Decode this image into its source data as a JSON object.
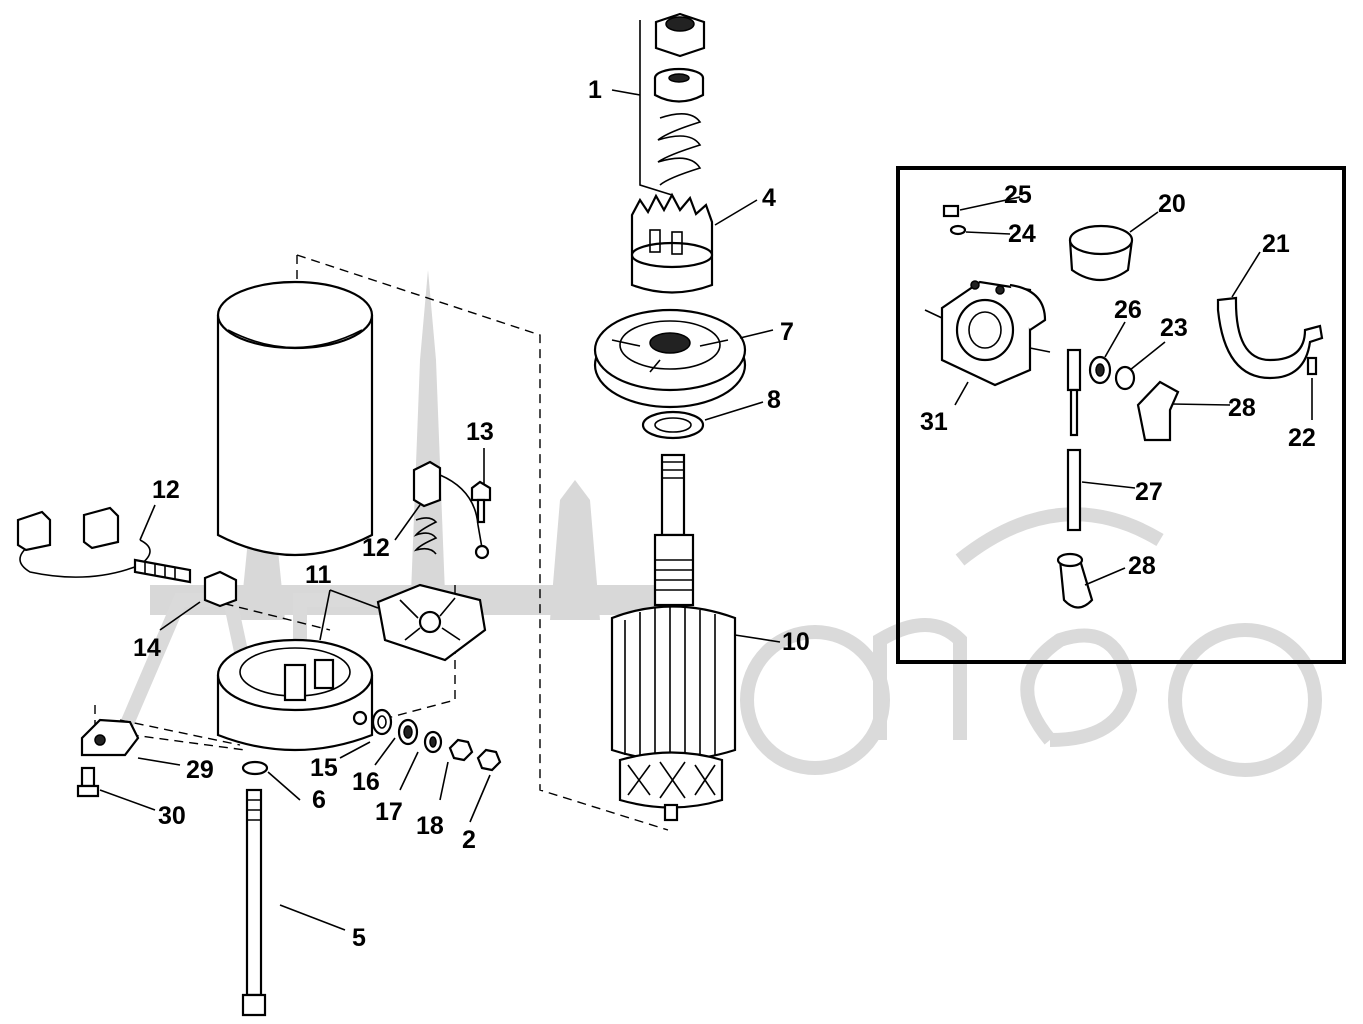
{
  "callouts": {
    "c1": "1",
    "c2": "2",
    "c4": "4",
    "c5": "5",
    "c6": "6",
    "c7": "7",
    "c8": "8",
    "c10": "10",
    "c11": "11",
    "c12a": "12",
    "c12b": "12",
    "c13": "13",
    "c14": "14",
    "c15": "15",
    "c16": "16",
    "c17": "17",
    "c18": "18",
    "c20": "20",
    "c21": "21",
    "c22": "22",
    "c23": "23",
    "c24": "24",
    "c25": "25",
    "c26": "26",
    "c27": "27",
    "c28a": "28",
    "c28b": "28",
    "c29": "29",
    "c30": "30",
    "c31": "31"
  }
}
